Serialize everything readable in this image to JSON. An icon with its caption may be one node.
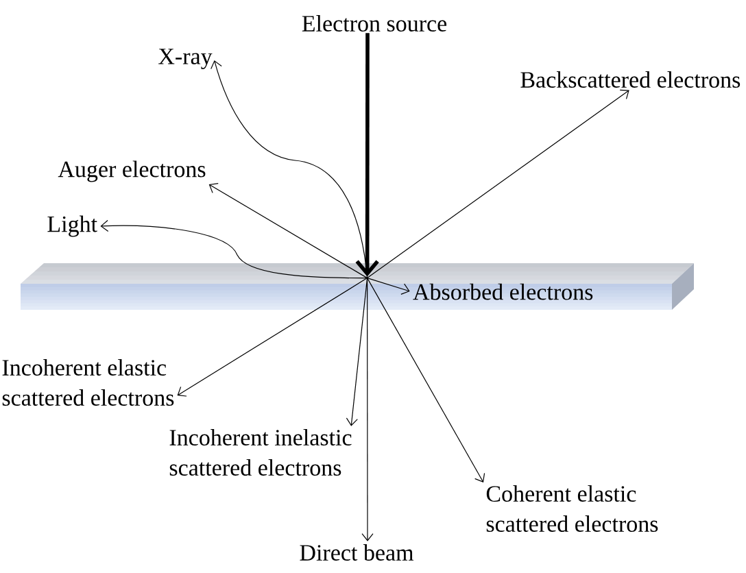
{
  "diagram": {
    "nodes": [
      {
        "text": [
          "Electron source"
        ]
      },
      {
        "text": [
          "X-ray"
        ]
      },
      {
        "text": [
          "Backscattered electrons"
        ]
      },
      {
        "text": [
          "Auger electrons"
        ]
      },
      {
        "text": [
          "Light"
        ]
      },
      {
        "text": [],
        "shape": "box"
      },
      {
        "text": [
          "Absorbed electrons"
        ],
        "in": 5
      },
      {
        "text": [
          "Incoherent elastic scattered electrons"
        ]
      },
      {
        "text": [
          "Incoherent inelastic scattered electrons"
        ]
      },
      {
        "text": [
          "Coherent elastic scattered electrons"
        ]
      },
      {
        "text": [
          "Direct beam"
        ]
      }
    ],
    "edges": [
      {
        "from": 0,
        "to": 5,
        "arrow": "to",
        "style": "thick"
      },
      {
        "from": 5,
        "to": 1,
        "arrow": "to"
      },
      {
        "from": 5,
        "to": 2,
        "arrow": "to"
      },
      {
        "from": 5,
        "to": 3,
        "arrow": "to"
      },
      {
        "from": 5,
        "to": 4,
        "arrow": "to"
      },
      {
        "from": 5,
        "to": 6,
        "arrow": "to"
      },
      {
        "from": 5,
        "to": 7,
        "arrow": "to"
      },
      {
        "from": 5,
        "to": 8,
        "arrow": "to"
      },
      {
        "from": 5,
        "to": 9,
        "arrow": "to"
      },
      {
        "from": 5,
        "to": 10,
        "arrow": "to"
      }
    ]
  }
}
